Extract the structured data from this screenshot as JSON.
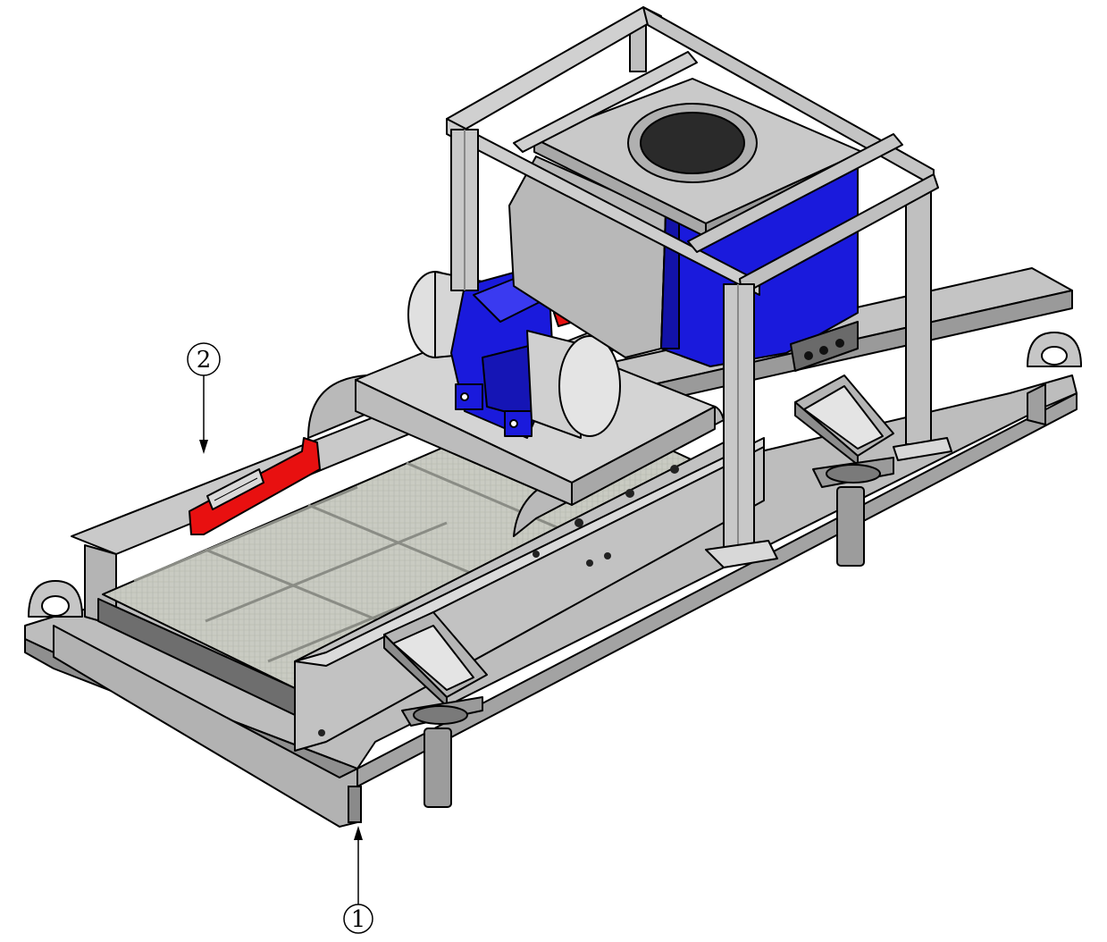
{
  "callouts": [
    {
      "id": "1",
      "label": "1"
    },
    {
      "id": "2",
      "label": "2"
    }
  ],
  "colors": {
    "frame": "#b8b8b8",
    "frame_dark": "#8e8e8e",
    "frame_light": "#d6d6d6",
    "motor_housing": "#1a1adc",
    "motor_cover": "#dcdcdc",
    "handle": "#e81010",
    "screen_panel": "#c8cbc0",
    "outline": "#000000"
  }
}
